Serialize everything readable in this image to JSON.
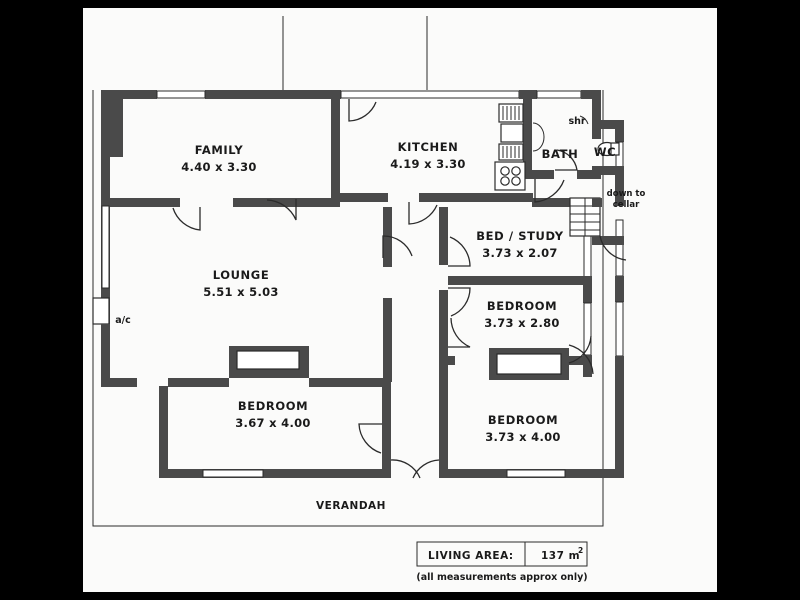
{
  "document": {
    "type": "floor-plan",
    "sheet_background": "#fbfbfa",
    "border_color": "#000000",
    "wall_color": "#4a4a4a",
    "line_color": "#2b2b2b"
  },
  "rooms": [
    {
      "id": "family",
      "name": "FAMILY",
      "dimensions": "4.40 x 3.30"
    },
    {
      "id": "kitchen",
      "name": "KITCHEN",
      "dimensions": "4.19 x 3.30"
    },
    {
      "id": "bath",
      "name": "BATH",
      "dimensions": ""
    },
    {
      "id": "wc",
      "name": "WC",
      "dimensions": ""
    },
    {
      "id": "lounge",
      "name": "LOUNGE",
      "dimensions": "5.51 x 5.03"
    },
    {
      "id": "bedstudy",
      "name": "BED / STUDY",
      "dimensions": "3.73 x 2.07"
    },
    {
      "id": "bedroom2",
      "name": "BEDROOM",
      "dimensions": "3.73 x 2.80"
    },
    {
      "id": "bedroom3",
      "name": "BEDROOM",
      "dimensions": "3.67 x 4.00"
    },
    {
      "id": "bedroom4",
      "name": "BEDROOM",
      "dimensions": "3.73 x 4.00"
    },
    {
      "id": "verandah",
      "name": "VERANDAH",
      "dimensions": ""
    }
  ],
  "annotations": {
    "shower": "shr",
    "air_conditioner": "a/c",
    "cellar_line1": "down to",
    "cellar_line2": "cellar"
  },
  "legend": {
    "living_area_label": "LIVING AREA:",
    "living_area_value": "137 m",
    "living_area_unit": "2",
    "disclaimer": "(all measurements approx only)"
  }
}
